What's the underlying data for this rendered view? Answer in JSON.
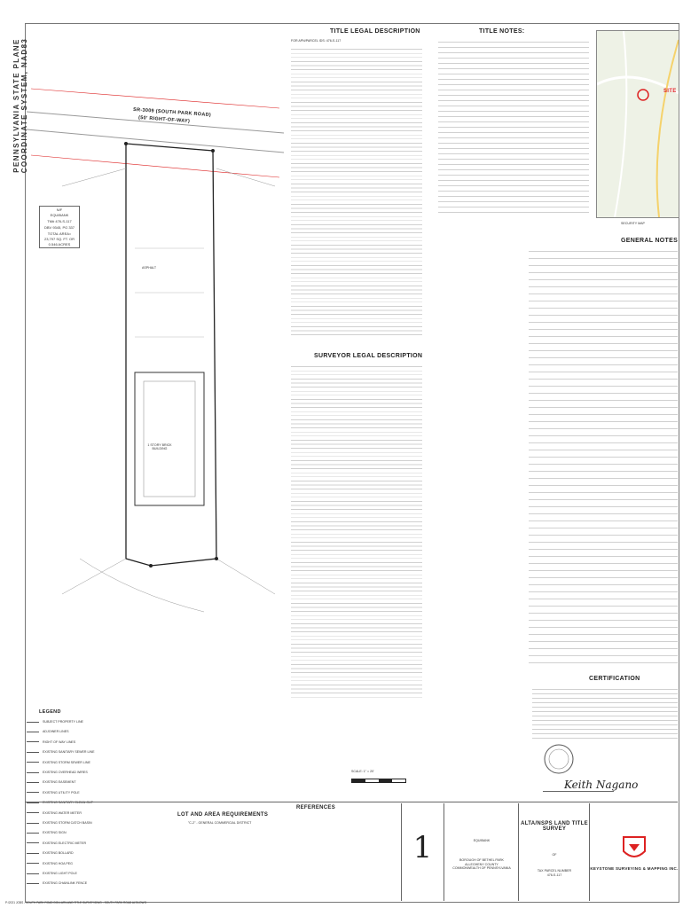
{
  "sheet": {
    "side_title_1": "PENNSYLVANIA STATE PLANE",
    "side_title_2": "COORDINATE SYSTEM, NAD83",
    "footer_path": "P:\\2021 JOBS - SOUTH PARK ROAD DOLLAR\\LAND TITLE SURVEY\\DWG - SOUTH PARK ROAD ALTA.DWG"
  },
  "plan": {
    "road_label": "SR-3009 (SOUTH PARK ROAD)",
    "road_row": "(50' RIGHT-OF-WAY)",
    "parcel_label": "N/F",
    "parcel_owner": "EQUIBANK",
    "parcel_tax": "TM# 476-S-117",
    "parcel_deed": "DBV 9345, PG 337",
    "parcel_area": "TOTAL AREA=",
    "parcel_sqft": "23,797 SQ. FT. OR",
    "parcel_acres": "0.546 ACRES",
    "asphalt": "ASPHALT",
    "building": "1 STORY BRICK BUILDING",
    "scale": "SCALE: 1\" = 20'"
  },
  "legal": {
    "title": "TITLE LEGAL DESCRIPTION",
    "surveyor_title": "SURVEYOR LEGAL DESCRIPTION",
    "apn": "FOR APN/PARCEL IDS: 476-S-117"
  },
  "notes": {
    "title_notes": "TITLE NOTES:",
    "general_notes": "GENERAL NOTES",
    "certification": "CERTIFICATION",
    "location_map": "SECURITY MAP",
    "site_label": "SITE"
  },
  "legend": {
    "title": "LEGEND",
    "items": [
      "SUBJECT PROPERTY LINE",
      "ADJOINER LINES",
      "RIGHT OF WAY LINES",
      "EXISTING SANITARY SEWER LINE",
      "EXISTING STORM SEWER LINE",
      "EXISTING OVERHEAD WIRES",
      "EXISTING EASEMENT",
      "EXISTING UTILITY POLE",
      "EXISTING SANITARY CLEAN OUT",
      "EXISTING WATER METER",
      "EXISTING STORM CATCH BASIN",
      "EXISTING SIGN",
      "EXISTING ELECTRIC METER",
      "EXISTING BOLLARD",
      "EXISTING HOA PEG",
      "EXISTING LIGHT POLE",
      "EXISTING CHAINLINK FENCE"
    ]
  },
  "zoning": {
    "title": "LOT AND AREA REQUIREMENTS",
    "district": "\"C-2\" - GENERAL COMMERCIAL DISTRICT"
  },
  "references": {
    "title": "REFERENCES"
  },
  "titleblock": {
    "sheet_no": "1",
    "survey_type": "ALTA/NSPS LAND TITLE SURVEY",
    "of": "OF",
    "tax_parcel": "TAX PARCEL NUMBER",
    "tax_parcel_no": "476-S-117",
    "firm": "KEYSTONE SURVEYING & MAPPING INC.",
    "client": "EQUIBANK",
    "location_1": "BOROUGH OF BETHEL PARK",
    "location_2": "ALLEGHENY COUNTY",
    "location_3": "COMMONWEALTH OF PENNSYLVANIA"
  },
  "colors": {
    "accent_red": "#d22222",
    "map_green": "#e8efdc"
  }
}
